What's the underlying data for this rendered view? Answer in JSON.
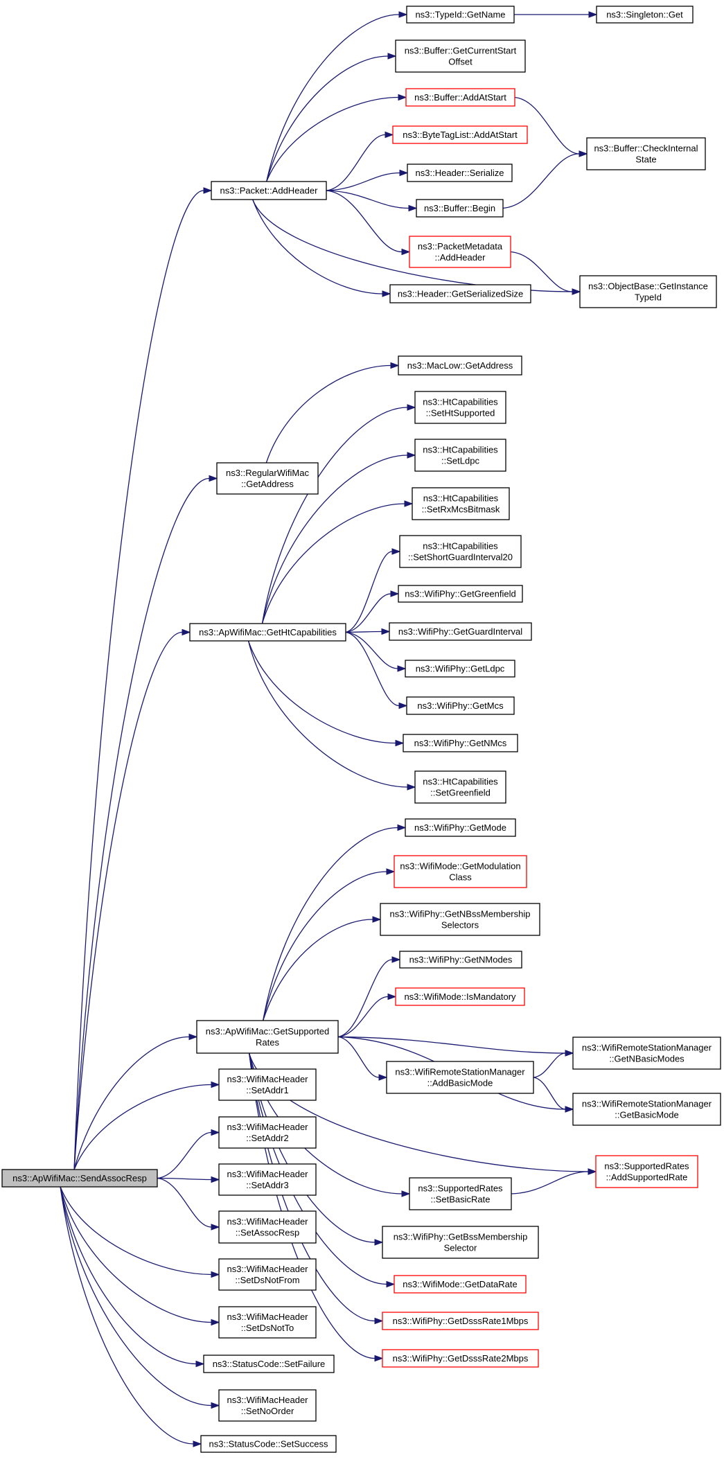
{
  "colors": {
    "edge": "#191970",
    "node_border": "#000000",
    "node_border_incomplete": "#ff0000",
    "root_fill": "#bfbfbf",
    "background": "#ffffff"
  },
  "nodes": [
    {
      "id": "root",
      "lines": [
        "ns3::ApWifiMac::SendAssocResp"
      ],
      "style": "root"
    },
    {
      "id": "n_addheader",
      "lines": [
        "ns3::Packet::AddHeader"
      ],
      "style": "normal"
    },
    {
      "id": "n_typeid_getname",
      "lines": [
        "ns3::TypeId::GetName"
      ],
      "style": "normal"
    },
    {
      "id": "n_singleton",
      "lines": [
        "ns3::Singleton::Get"
      ],
      "style": "normal"
    },
    {
      "id": "n_buf_gcso",
      "lines": [
        "ns3::Buffer::GetCurrentStart",
        "Offset"
      ],
      "style": "normal"
    },
    {
      "id": "n_buf_addatstart",
      "lines": [
        "ns3::Buffer::AddAtStart"
      ],
      "style": "red"
    },
    {
      "id": "n_btl_addatstart",
      "lines": [
        "ns3::ByteTagList::AddAtStart"
      ],
      "style": "red"
    },
    {
      "id": "n_buf_checkinternal",
      "lines": [
        "ns3::Buffer::CheckInternal",
        "State"
      ],
      "style": "normal"
    },
    {
      "id": "n_header_serialize",
      "lines": [
        "ns3::Header::Serialize"
      ],
      "style": "normal"
    },
    {
      "id": "n_buf_begin",
      "lines": [
        "ns3::Buffer::Begin"
      ],
      "style": "normal"
    },
    {
      "id": "n_pm_addheader",
      "lines": [
        "ns3::PacketMetadata",
        "::AddHeader"
      ],
      "style": "red"
    },
    {
      "id": "n_ob_getinstance",
      "lines": [
        "ns3::ObjectBase::GetInstance",
        "TypeId"
      ],
      "style": "normal"
    },
    {
      "id": "n_header_gss",
      "lines": [
        "ns3::Header::GetSerializedSize"
      ],
      "style": "normal"
    },
    {
      "id": "n_maclow_getaddress",
      "lines": [
        "ns3::MacLow::GetAddress"
      ],
      "style": "normal"
    },
    {
      "id": "n_rwm_getaddress",
      "lines": [
        "ns3::RegularWifiMac",
        "::GetAddress"
      ],
      "style": "normal"
    },
    {
      "id": "n_htc_setht",
      "lines": [
        "ns3::HtCapabilities",
        "::SetHtSupported"
      ],
      "style": "normal"
    },
    {
      "id": "n_htc_setldpc",
      "lines": [
        "ns3::HtCapabilities",
        "::SetLdpc"
      ],
      "style": "normal"
    },
    {
      "id": "n_htc_setrxmcs",
      "lines": [
        "ns3::HtCapabilities",
        "::SetRxMcsBitmask"
      ],
      "style": "normal"
    },
    {
      "id": "n_htc_setsgi",
      "lines": [
        "ns3::HtCapabilities",
        "::SetShortGuardInterval20"
      ],
      "style": "normal"
    },
    {
      "id": "n_apwm_getht",
      "lines": [
        "ns3::ApWifiMac::GetHtCapabilities"
      ],
      "style": "normal"
    },
    {
      "id": "n_wp_getgreenfield",
      "lines": [
        "ns3::WifiPhy::GetGreenfield"
      ],
      "style": "normal"
    },
    {
      "id": "n_wp_getgi",
      "lines": [
        "ns3::WifiPhy::GetGuardInterval"
      ],
      "style": "normal"
    },
    {
      "id": "n_wp_getldpc",
      "lines": [
        "ns3::WifiPhy::GetLdpc"
      ],
      "style": "normal"
    },
    {
      "id": "n_wp_getmcs",
      "lines": [
        "ns3::WifiPhy::GetMcs"
      ],
      "style": "normal"
    },
    {
      "id": "n_wp_getnmcs",
      "lines": [
        "ns3::WifiPhy::GetNMcs"
      ],
      "style": "normal"
    },
    {
      "id": "n_htc_setgreenfield",
      "lines": [
        "ns3::HtCapabilities",
        "::SetGreenfield"
      ],
      "style": "normal"
    },
    {
      "id": "n_wp_getmode",
      "lines": [
        "ns3::WifiPhy::GetMode"
      ],
      "style": "normal"
    },
    {
      "id": "n_wm_getmodclass",
      "lines": [
        "ns3::WifiMode::GetModulation",
        "Class"
      ],
      "style": "red"
    },
    {
      "id": "n_wp_getnbss",
      "lines": [
        "ns3::WifiPhy::GetNBssMembership",
        "Selectors"
      ],
      "style": "normal"
    },
    {
      "id": "n_wp_getnmodes",
      "lines": [
        "ns3::WifiPhy::GetNModes"
      ],
      "style": "normal"
    },
    {
      "id": "n_wm_ismandatory",
      "lines": [
        "ns3::WifiMode::IsMandatory"
      ],
      "style": "red"
    },
    {
      "id": "n_apwm_getsupported",
      "lines": [
        "ns3::ApWifiMac::GetSupported",
        "Rates"
      ],
      "style": "normal"
    },
    {
      "id": "n_wrsm_getnbasic",
      "lines": [
        "ns3::WifiRemoteStationManager",
        "::GetNBasicModes"
      ],
      "style": "normal"
    },
    {
      "id": "n_wrsm_addbasic",
      "lines": [
        "ns3::WifiRemoteStationManager",
        "::AddBasicMode"
      ],
      "style": "normal"
    },
    {
      "id": "n_wrsm_getbasic",
      "lines": [
        "ns3::WifiRemoteStationManager",
        "::GetBasicMode"
      ],
      "style": "normal"
    },
    {
      "id": "n_wmh_setaddr1",
      "lines": [
        "ns3::WifiMacHeader",
        "::SetAddr1"
      ],
      "style": "normal"
    },
    {
      "id": "n_wmh_setaddr2",
      "lines": [
        "ns3::WifiMacHeader",
        "::SetAddr2"
      ],
      "style": "normal"
    },
    {
      "id": "n_wmh_setaddr3",
      "lines": [
        "ns3::WifiMacHeader",
        "::SetAddr3"
      ],
      "style": "normal"
    },
    {
      "id": "n_sr_addsupported",
      "lines": [
        "ns3::SupportedRates",
        "::AddSupportedRate"
      ],
      "style": "red"
    },
    {
      "id": "n_sr_setbasic",
      "lines": [
        "ns3::SupportedRates",
        "::SetBasicRate"
      ],
      "style": "normal"
    },
    {
      "id": "n_wmh_setassocresp",
      "lines": [
        "ns3::WifiMacHeader",
        "::SetAssocResp"
      ],
      "style": "normal"
    },
    {
      "id": "n_wp_getbss",
      "lines": [
        "ns3::WifiPhy::GetBssMembership",
        "Selector"
      ],
      "style": "normal"
    },
    {
      "id": "n_wmh_setdsnotfrom",
      "lines": [
        "ns3::WifiMacHeader",
        "::SetDsNotFrom"
      ],
      "style": "normal"
    },
    {
      "id": "n_wm_getdatarate",
      "lines": [
        "ns3::WifiMode::GetDataRate"
      ],
      "style": "red"
    },
    {
      "id": "n_wmh_setdsnotto",
      "lines": [
        "ns3::WifiMacHeader",
        "::SetDsNotTo"
      ],
      "style": "normal"
    },
    {
      "id": "n_wp_getdsss1",
      "lines": [
        "ns3::WifiPhy::GetDsssRate1Mbps"
      ],
      "style": "red"
    },
    {
      "id": "n_sc_setfailure",
      "lines": [
        "ns3::StatusCode::SetFailure"
      ],
      "style": "normal"
    },
    {
      "id": "n_wp_getdsss2",
      "lines": [
        "ns3::WifiPhy::GetDsssRate2Mbps"
      ],
      "style": "red"
    },
    {
      "id": "n_wmh_setnoorder",
      "lines": [
        "ns3::WifiMacHeader",
        "::SetNoOrder"
      ],
      "style": "normal"
    },
    {
      "id": "n_sc_setsuccess",
      "lines": [
        "ns3::StatusCode::SetSuccess"
      ],
      "style": "normal"
    }
  ],
  "edges": [
    [
      "root",
      "n_addheader"
    ],
    [
      "root",
      "n_rwm_getaddress"
    ],
    [
      "root",
      "n_apwm_getht"
    ],
    [
      "root",
      "n_apwm_getsupported"
    ],
    [
      "root",
      "n_wmh_setaddr1"
    ],
    [
      "root",
      "n_wmh_setaddr2"
    ],
    [
      "root",
      "n_wmh_setaddr3"
    ],
    [
      "root",
      "n_wmh_setassocresp"
    ],
    [
      "root",
      "n_wmh_setdsnotfrom"
    ],
    [
      "root",
      "n_wmh_setdsnotto"
    ],
    [
      "root",
      "n_sc_setfailure"
    ],
    [
      "root",
      "n_wmh_setnoorder"
    ],
    [
      "root",
      "n_sc_setsuccess"
    ],
    [
      "n_addheader",
      "n_typeid_getname"
    ],
    [
      "n_addheader",
      "n_buf_gcso"
    ],
    [
      "n_addheader",
      "n_buf_addatstart"
    ],
    [
      "n_addheader",
      "n_btl_addatstart"
    ],
    [
      "n_addheader",
      "n_header_serialize"
    ],
    [
      "n_addheader",
      "n_buf_begin"
    ],
    [
      "n_addheader",
      "n_pm_addheader"
    ],
    [
      "n_addheader",
      "n_header_gss"
    ],
    [
      "n_addheader",
      "n_ob_getinstance"
    ],
    [
      "n_typeid_getname",
      "n_singleton"
    ],
    [
      "n_buf_addatstart",
      "n_buf_checkinternal"
    ],
    [
      "n_buf_begin",
      "n_buf_checkinternal"
    ],
    [
      "n_pm_addheader",
      "n_ob_getinstance"
    ],
    [
      "n_rwm_getaddress",
      "n_maclow_getaddress"
    ],
    [
      "n_apwm_getht",
      "n_htc_setht"
    ],
    [
      "n_apwm_getht",
      "n_htc_setldpc"
    ],
    [
      "n_apwm_getht",
      "n_htc_setrxmcs"
    ],
    [
      "n_apwm_getht",
      "n_htc_setsgi"
    ],
    [
      "n_apwm_getht",
      "n_wp_getgreenfield"
    ],
    [
      "n_apwm_getht",
      "n_wp_getgi"
    ],
    [
      "n_apwm_getht",
      "n_wp_getldpc"
    ],
    [
      "n_apwm_getht",
      "n_wp_getmcs"
    ],
    [
      "n_apwm_getht",
      "n_wp_getnmcs"
    ],
    [
      "n_apwm_getht",
      "n_htc_setgreenfield"
    ],
    [
      "n_apwm_getsupported",
      "n_wp_getmode"
    ],
    [
      "n_apwm_getsupported",
      "n_wm_getmodclass"
    ],
    [
      "n_apwm_getsupported",
      "n_wp_getnbss"
    ],
    [
      "n_apwm_getsupported",
      "n_wp_getnmodes"
    ],
    [
      "n_apwm_getsupported",
      "n_wm_ismandatory"
    ],
    [
      "n_apwm_getsupported",
      "n_wrsm_getnbasic"
    ],
    [
      "n_apwm_getsupported",
      "n_wrsm_addbasic"
    ],
    [
      "n_apwm_getsupported",
      "n_wrsm_getbasic"
    ],
    [
      "n_apwm_getsupported",
      "n_sr_addsupported"
    ],
    [
      "n_apwm_getsupported",
      "n_sr_setbasic"
    ],
    [
      "n_apwm_getsupported",
      "n_wp_getbss"
    ],
    [
      "n_apwm_getsupported",
      "n_wm_getdatarate"
    ],
    [
      "n_apwm_getsupported",
      "n_wp_getdsss1"
    ],
    [
      "n_apwm_getsupported",
      "n_wp_getdsss2"
    ],
    [
      "n_wrsm_addbasic",
      "n_wrsm_getnbasic"
    ],
    [
      "n_wrsm_addbasic",
      "n_wrsm_getbasic"
    ],
    [
      "n_sr_setbasic",
      "n_sr_addsupported"
    ]
  ]
}
